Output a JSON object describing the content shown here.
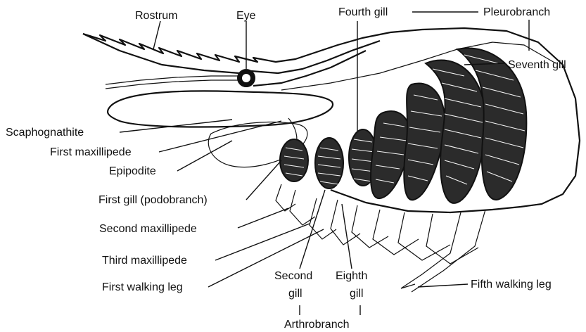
{
  "labels": {
    "rostrum": "Rostrum",
    "eye": "Eye",
    "fourth_gill": "Fourth gill",
    "pleurobranch": "Pleurobranch",
    "seventh_gill": "Seventh gill",
    "scaphognathite": "Scaphognathite",
    "first_maxillipede": "First maxillipede",
    "epipodite": "Epipodite",
    "first_gill": "First gill (podobranch)",
    "second_maxillipede": "Second maxillipede",
    "third_maxillipede": "Third maxillipede",
    "first_walking_leg": "First walking leg",
    "second_gill_line1": "Second",
    "second_gill_line2": "gill",
    "eighth_gill_line1": "Eighth",
    "eighth_gill_line2": "gill",
    "arthrobranch": "Arthrobranch",
    "fifth_walking_leg": "Fifth walking leg"
  }
}
